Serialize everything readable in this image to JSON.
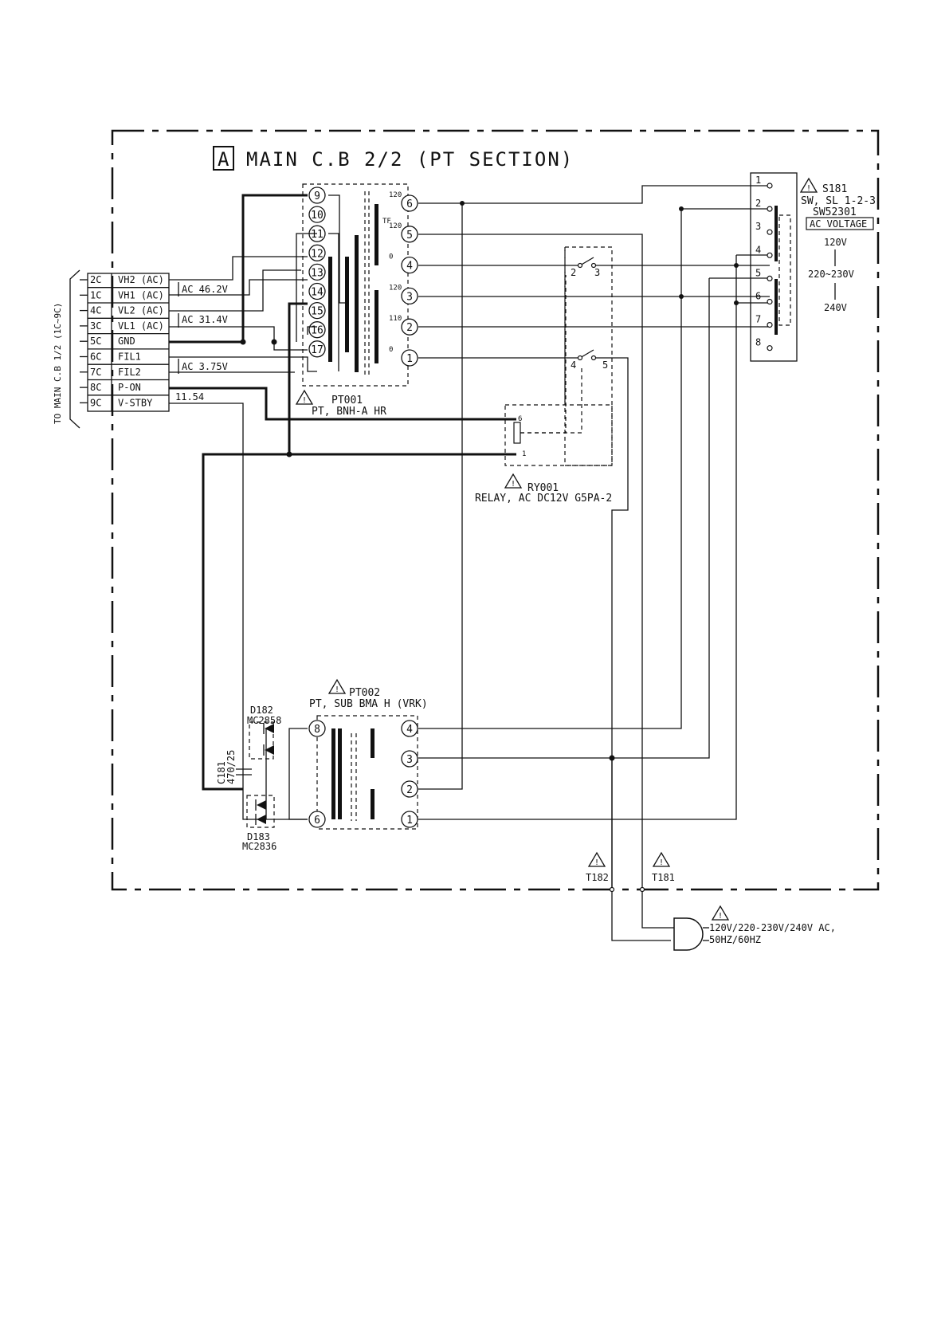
{
  "title": {
    "box_letter": "A",
    "text": "MAIN C.B 2/2 (PT SECTION)"
  },
  "side_label": "TO MAIN C.B 1/2 (1C~9C)",
  "connector_rows": [
    {
      "pin": "2C",
      "label": "VH2 (AC)"
    },
    {
      "pin": "1C",
      "label": "VH1 (AC)"
    },
    {
      "pin": "4C",
      "label": "VL2 (AC)"
    },
    {
      "pin": "3C",
      "label": "VL1 (AC)"
    },
    {
      "pin": "5C",
      "label": "GND"
    },
    {
      "pin": "6C",
      "label": "FIL1"
    },
    {
      "pin": "7C",
      "label": "FIL2"
    },
    {
      "pin": "8C",
      "label": "P-ON"
    },
    {
      "pin": "9C",
      "label": "V-STBY"
    }
  ],
  "voltage_notes": {
    "vh": "AC 46.2V",
    "vl": "AC 31.4V",
    "fil": "AC 3.75V",
    "vstby": "11.54"
  },
  "pt001": {
    "ref": "PT001",
    "name": "PT, BNH-A HR",
    "primary_pins": [
      "9",
      "10",
      "11",
      "12",
      "13",
      "14",
      "15",
      "16",
      "17"
    ],
    "secondary_pins": [
      "6",
      "5",
      "4",
      "3",
      "2",
      "1"
    ],
    "tap_labels": [
      "120",
      "120",
      "0",
      "120",
      "110",
      "0"
    ],
    "tap_fuse": "TF"
  },
  "ry001": {
    "ref": "RY001",
    "name": "RELAY, AC DC12V G5PA-2",
    "contact_pins": [
      "2",
      "3",
      "4",
      "5"
    ],
    "coil_pins": [
      "6",
      "1"
    ]
  },
  "s181": {
    "ref": "S181",
    "name": "SW, SL 1-2-3",
    "part": "SW52301",
    "function": "AC VOLTAGE",
    "pins": [
      "1",
      "2",
      "3",
      "4",
      "5",
      "6",
      "7",
      "8"
    ],
    "positions": [
      "120V",
      "220~230V",
      "240V"
    ]
  },
  "pt002": {
    "ref": "PT002",
    "name": "PT, SUB BMA H (VRK)",
    "primary_pins": [
      "8",
      "6"
    ],
    "secondary_pins": [
      "4",
      "3",
      "2",
      "1"
    ]
  },
  "diodes": [
    {
      "ref": "D182",
      "part": "MC2858"
    },
    {
      "ref": "D183",
      "part": "MC2836"
    }
  ],
  "capacitor": {
    "ref": "C181",
    "value": "470/25"
  },
  "terminals": [
    "T182",
    "T181"
  ],
  "ac_input": {
    "line1": "120V/220-230V/240V AC,",
    "line2": "50HZ/60HZ"
  }
}
